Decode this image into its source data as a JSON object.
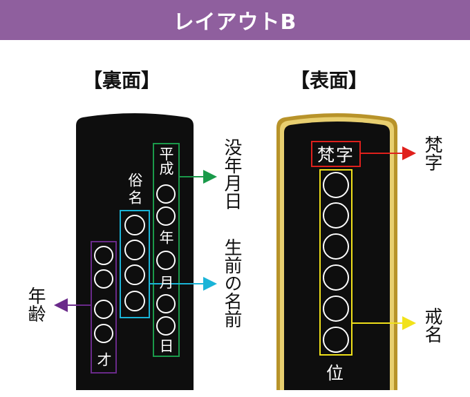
{
  "title": "レイアウトB",
  "back": {
    "heading": "【裏面】",
    "death_date_chars": [
      "平",
      "成",
      "年",
      "月",
      "日"
    ],
    "secular_name_label": "俗名",
    "age_suffix": "才",
    "callouts": {
      "death_date": "没年月日",
      "birth_name": "生前の名前",
      "age": "年齢"
    }
  },
  "front": {
    "heading": "【表面】",
    "bonji": "梵字",
    "rank": "位",
    "callouts": {
      "bonji": "梵字",
      "kaimyo": "戒名"
    }
  },
  "colors": {
    "banner": "#8f5f9e",
    "tablet": "#0e0e0e",
    "gold": "#c9a53c",
    "green": "#1a9a4a",
    "cyan": "#1ab4d8",
    "purple": "#6a2a8a",
    "red": "#e0201c",
    "yellow": "#f2e21a"
  }
}
